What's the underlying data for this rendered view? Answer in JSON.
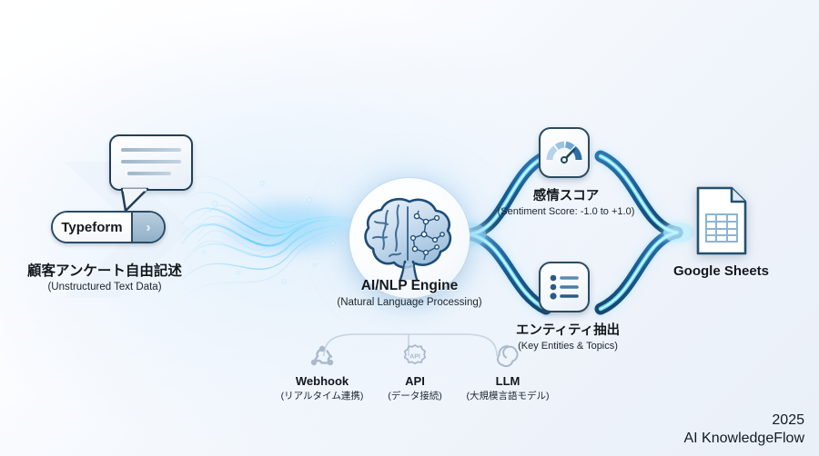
{
  "title": "AI KnowledgeFlow pipeline diagram",
  "source": {
    "button_label": "Typeform",
    "button_arrow": "›",
    "label_ja": "顧客アンケート自由記述",
    "label_en": "(Unstructured Text Data)",
    "bubble_icon": "speech-bubble-icon"
  },
  "engine": {
    "icon": "brain-icon",
    "label_ja": "AI/NLP Engine",
    "label_en": "(Natural Language Processing)"
  },
  "tech": [
    {
      "icon": "webhook-icon",
      "name": "Webhook",
      "sub": "(リアルタイム連携)"
    },
    {
      "icon": "api-gear-icon",
      "name": "API",
      "sub": "(データ接続)"
    },
    {
      "icon": "llm-openai-icon",
      "name": "LLM",
      "sub": "(大規模言語モデル)"
    }
  ],
  "outputs": [
    {
      "icon": "gauge-icon",
      "label_ja": "感情スコア",
      "label_en": "(Sentiment Score: -1.0 to +1.0)"
    },
    {
      "icon": "bullet-list-icon",
      "label_ja": "エンティティ抽出",
      "label_en": "(Key Entities & Topics)"
    }
  ],
  "destination": {
    "icon": "google-sheets-doc-icon",
    "label": "Google Sheets"
  },
  "footer": {
    "year": "2025",
    "brand": "AI KnowledgeFlow"
  },
  "colors": {
    "pipe_glow": "#4fc3f7",
    "pipe_dark": "#1f5f96",
    "outline": "#2c4a63",
    "background": "#eef3fa",
    "text": "#12181f"
  }
}
